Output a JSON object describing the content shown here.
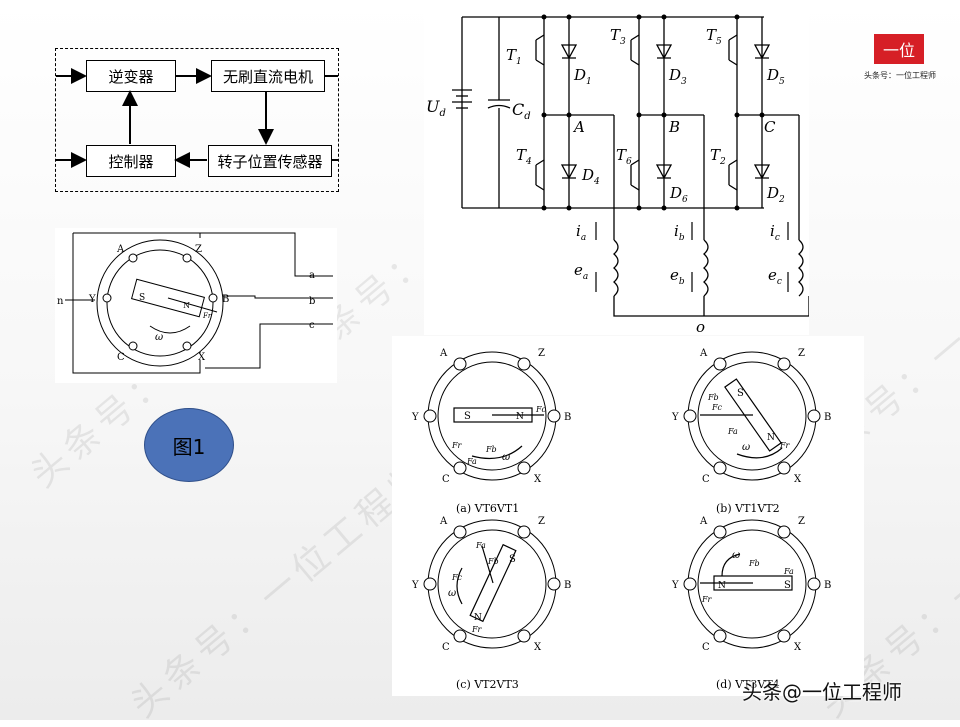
{
  "watermark": {
    "text": "头条号：一位工程师"
  },
  "logo": {
    "badge_text": "一位",
    "caption": "头条号：一位工程师"
  },
  "footer": {
    "credit": "头条@一位工程师"
  },
  "block_diagram": {
    "inverter": "逆变器",
    "motor": "无刷直流电机",
    "controller": "控制器",
    "sensor": "转子位置传感器"
  },
  "figure_label": "图1",
  "figure_label_color": "#4b72b8",
  "motor_sketch": {
    "terminals": [
      "A",
      "Z",
      "Y",
      "B",
      "C",
      "X"
    ],
    "lines": [
      "a",
      "b",
      "c"
    ],
    "neutral": "n",
    "rotor_s": "S",
    "rotor_n": "N",
    "force": "Fr",
    "omega": "ω"
  },
  "circuit": {
    "supply": "U",
    "supply_sub": "d",
    "capacitor": "C",
    "capacitor_sub": "d",
    "upper_switches": [
      {
        "t": "T",
        "sub": "1"
      },
      {
        "t": "T",
        "sub": "3"
      },
      {
        "t": "T",
        "sub": "5"
      }
    ],
    "upper_diodes": [
      {
        "d": "D",
        "sub": "1"
      },
      {
        "d": "D",
        "sub": "3"
      },
      {
        "d": "D",
        "sub": "5"
      }
    ],
    "lower_switches": [
      {
        "t": "T",
        "sub": "4"
      },
      {
        "t": "T",
        "sub": "6"
      },
      {
        "t": "T",
        "sub": "2"
      }
    ],
    "lower_diodes": [
      {
        "d": "D",
        "sub": "4"
      },
      {
        "d": "D",
        "sub": "6"
      },
      {
        "d": "D",
        "sub": "2"
      }
    ],
    "phases": [
      "A",
      "B",
      "C"
    ],
    "currents": [
      {
        "i": "i",
        "sub": "a"
      },
      {
        "i": "i",
        "sub": "b"
      },
      {
        "i": "i",
        "sub": "c"
      }
    ],
    "emfs": [
      {
        "e": "e",
        "sub": "a"
      },
      {
        "e": "e",
        "sub": "b"
      },
      {
        "e": "e",
        "sub": "c"
      }
    ],
    "neutral": "o"
  },
  "states": [
    {
      "caption": "(a) VT6VT1",
      "labels": {
        "A": "A",
        "Z": "Z",
        "Y": "Y",
        "B": "B",
        "C": "C",
        "X": "X",
        "S": "S",
        "N": "N"
      },
      "forces": [
        "Fr",
        "Fa",
        "Fb",
        "Fc"
      ],
      "omega": "ω"
    },
    {
      "caption": "(b) VT1VT2",
      "labels": {
        "A": "A",
        "Z": "Z",
        "Y": "Y",
        "B": "B",
        "C": "C",
        "X": "X",
        "S": "S",
        "N": "N"
      },
      "forces": [
        "Fc",
        "Fb",
        "Fa",
        "Fr"
      ],
      "omega": "ω"
    },
    {
      "caption": "(c) VT2VT3",
      "labels": {
        "A": "A",
        "Z": "Z",
        "Y": "Y",
        "B": "B",
        "C": "C",
        "X": "X",
        "S": "S",
        "N": "N"
      },
      "forces": [
        "Fa",
        "Fb",
        "Fc",
        "Fr"
      ],
      "omega": "ω"
    },
    {
      "caption": "(d) VT3VT4",
      "labels": {
        "A": "A",
        "Z": "Z",
        "Y": "Y",
        "B": "B",
        "C": "C",
        "X": "X",
        "S": "S",
        "N": "N"
      },
      "forces": [
        "Fb",
        "Fa",
        "Fr"
      ],
      "omega": "ω"
    }
  ]
}
